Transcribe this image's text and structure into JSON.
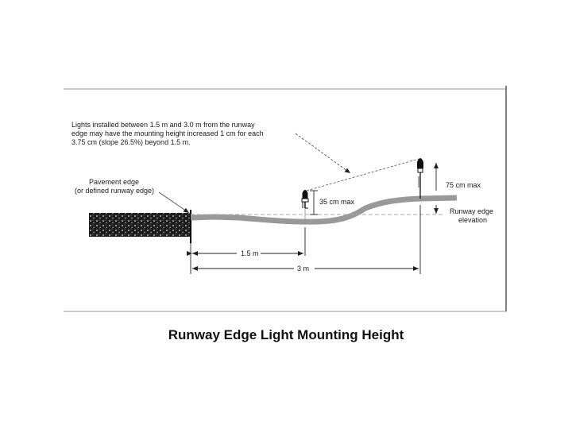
{
  "annotation": {
    "lines": [
      "Lights installed between 1.5 m and 3.0 m from the runway",
      "edge may have the mounting height increased 1 cm for each",
      "3.75 cm (slope 26.5%) beyond 1.5 m."
    ]
  },
  "pavement_label": {
    "lines": [
      "Pavement edge",
      "(or defined runway edge)"
    ]
  },
  "labels": {
    "max35": "35 cm max",
    "max75": "75 cm max",
    "elevation_line1": "Runway edge",
    "elevation_line2": "elevation"
  },
  "dimensions": {
    "d1": "1.5 m",
    "d2": "3 m"
  },
  "caption": "Runway Edge Light Mounting Height"
}
